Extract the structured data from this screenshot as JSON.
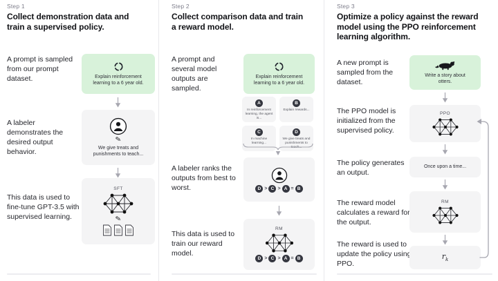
{
  "colors": {
    "green_box": "#d8f2da",
    "gray_box": "#f4f4f5",
    "dark_circle": "#353740",
    "divider": "#e8e8ec",
    "muted_text": "#7d7d8a",
    "arrow": "#a7a7b0"
  },
  "columns": [
    {
      "step_label": "Step 1",
      "heading": "Collect demonstration data and train a supervised policy.",
      "caption_prompt": "A prompt is sampled from our prompt dataset.",
      "prompt_text": "Explain reinforcement learning to a 6 year old.",
      "caption_labeler": "A labeler demonstrates the desired output behavior.",
      "labeler_note": "We give treats and punishments to teach...",
      "caption_finetune": "This data is used to fine-tune GPT-3.5 with supervised learning.",
      "sft_label": "SFT"
    },
    {
      "step_label": "Step 2",
      "heading": "Collect comparison data and train a reward model.",
      "caption_prompt": "A prompt and several model outputs are sampled.",
      "prompt_text": "Explain reinforcement learning to a 6 year old.",
      "options": [
        {
          "letter": "A",
          "text": "In reinforcement learning, the agent is..."
        },
        {
          "letter": "B",
          "text": "Explain rewards..."
        },
        {
          "letter": "C",
          "text": "In machine learning..."
        },
        {
          "letter": "D",
          "text": "We give treats and punishments to teach..."
        }
      ],
      "caption_rank": "A labeler ranks the outputs from best to worst.",
      "ranking": [
        "D",
        ">",
        "C",
        ">",
        "A",
        "=",
        "B"
      ],
      "caption_train": "This data is used to train our reward model.",
      "rm_label": "RM"
    },
    {
      "step_label": "Step 3",
      "heading": "Optimize a policy against the reward model using the PPO reinforcement learning algorithm.",
      "caption_prompt": "A new prompt is sampled from the dataset.",
      "prompt_text": "Write a story about otters.",
      "caption_init": "The PPO model is initialized from the supervised policy.",
      "ppo_label": "PPO",
      "caption_output": "The policy generates an output.",
      "output_text": "Once upon a time...",
      "caption_reward": "The reward model calculates a reward for the output.",
      "rm_label": "RM",
      "caption_update": "The reward is used to update the policy using PPO.",
      "reward_var": "r",
      "reward_sub": "k"
    }
  ]
}
